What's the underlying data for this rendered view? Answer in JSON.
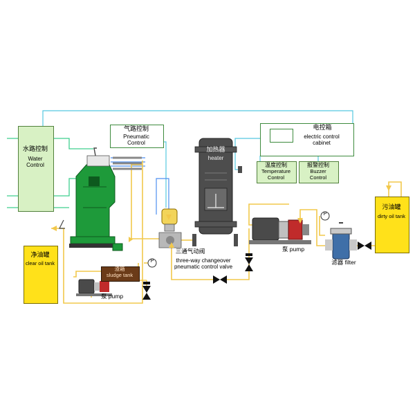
{
  "labels": {
    "water_control_cn": "水路控制",
    "water_control_en": "Water\nControl",
    "pneumatic_cn": "气路控制",
    "pneumatic_en": "Pneumatic\nControl",
    "heater_cn": "加热器",
    "heater_en": "heater",
    "electric_cn": "电控箱",
    "electric_en": "electric control\ncabinet",
    "temperature_cn": "温度控制",
    "temperature_en": "Temperature\nControl",
    "buzzer_cn": "报警控制",
    "buzzer_en": "Buzzer\nControl",
    "dirty_tank_cn": "污油罐",
    "dirty_tank_en": "dirty oil tank",
    "clear_tank_cn": "净油罐",
    "clear_tank_en": "clear oil tank",
    "sludge_cn": "渣箱",
    "sludge_en": "sludge tank",
    "pump_right": "泵 pump",
    "pump_left": "泵 pump",
    "filter": "滤器 filter",
    "valve_cn": "三通气动阀",
    "valve_en": "three-way changeover\npneumatic control valve",
    "gauge_symbol": "P"
  },
  "colors": {
    "oil_line": "#f2c84b",
    "air_line": "#4d8ff0",
    "water_line": "#3ecf8e",
    "signal_line": "#55c8e0",
    "separator": "#1e9a3a",
    "heater": "#4d4d4d",
    "tank": "#ffe11a",
    "sludge": "#6b3b18",
    "control_box": "#d8f1c4",
    "alarm": "#e01818"
  }
}
